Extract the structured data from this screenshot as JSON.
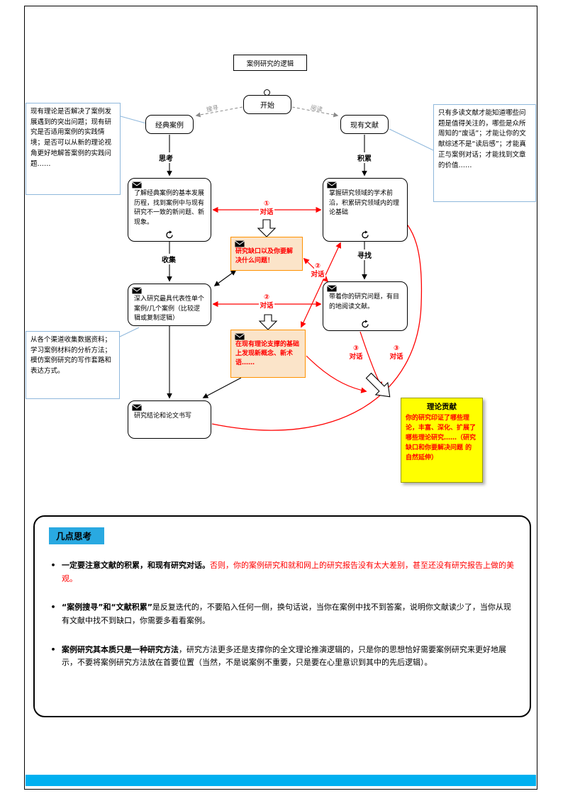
{
  "diagram": {
    "title": "案例研究的逻辑",
    "start": "开始",
    "search_edge": "搜寻",
    "read_edge": "阅读",
    "classic_case": "经典案例",
    "existing_literature": "现有文献",
    "think": "思考",
    "accumulate": "积累",
    "collect": "收集",
    "seek": "寻找",
    "understand_box": "了解经典案例的基本发展历程，找到案例中与现有研究不一致的新问题、新现象。",
    "frontier_box": "掌握研究领域的学术前沿，积累研究领域内的理论基础",
    "gap_box": "研究缺口以及你要解决什么问题！",
    "case_study_box": "深入研究最具代表性单个案例/几个案例（比较逻辑或复制逻辑）",
    "question_reading_box": "带着你的研究问题，有目的地阅读文献。",
    "new_concept_box": "在现有理论支撑的基础上发现新概念、新术语……",
    "conclusion_box": "研究结论和论文书写",
    "dialog_label": "对话",
    "dialog1_num": "①",
    "dialog2_num": "②",
    "dialog3_num": "③",
    "contribution": {
      "title": "理论贡献",
      "body": "你的研究印证了哪些理论，丰富、深化、扩展了哪些理论研究……（研究缺口和你要解决问题 的自然延伸）"
    }
  },
  "callouts": {
    "left_top": "现有理论是否解决了案例发展遇到的突出问题；现有研究是否适用案例的实践情境；是否可以从新的理论视角更好地解答案例的实践问题……",
    "left_bottom": "从各个渠道收集数据资料；学习案例材料的分析方法；模仿案例研究的写作套路和表达方式。",
    "right": "只有多读文献才能知道哪些问题是值得关注的，哪些是众所周知的“废话”；才能让你的文献综述不是“读后感”；才能真正与案例对话；才能找到文章的价值……"
  },
  "thoughts": {
    "header": "几点思考",
    "bullet_char": "•",
    "bullets": [
      {
        "lead": "一定要注意文献的积累，和现有研究对话。",
        "emphasis": "否则，你的案例研究和就和网上的研究报告没有太大差别，甚至还没有研究报告上做的美观。",
        "tail": ""
      },
      {
        "lead": "“案例搜寻”和“文献积累”",
        "emphasis": "",
        "tail": "是反复迭代的，不要陷入任何一侧，换句话说，当你在案例中找不到答案，说明你文献读少了，当你从现有文献中找不到缺口，你需要多看看案例。"
      },
      {
        "lead": "案例研究其本质只是一种研究方法",
        "emphasis": "",
        "tail": "，研究方法更多还是支撑你的全文理论推演逻辑的，只是你的思想恰好需要案例研究来更好地展示，不要将案例研究方法放在首要位置（当然，不是说案例不重要，只是要在心里意识到其中的先后逻辑）。"
      }
    ]
  },
  "colors": {
    "red": "#FF0000",
    "orange_border": "#FF9200",
    "orange_fill": "#FBE4C9",
    "yellow": "#FFFF00",
    "callout_border": "#8FB8DC",
    "header_blue": "#29A9E1",
    "footer_blue": "#00B0F0"
  }
}
